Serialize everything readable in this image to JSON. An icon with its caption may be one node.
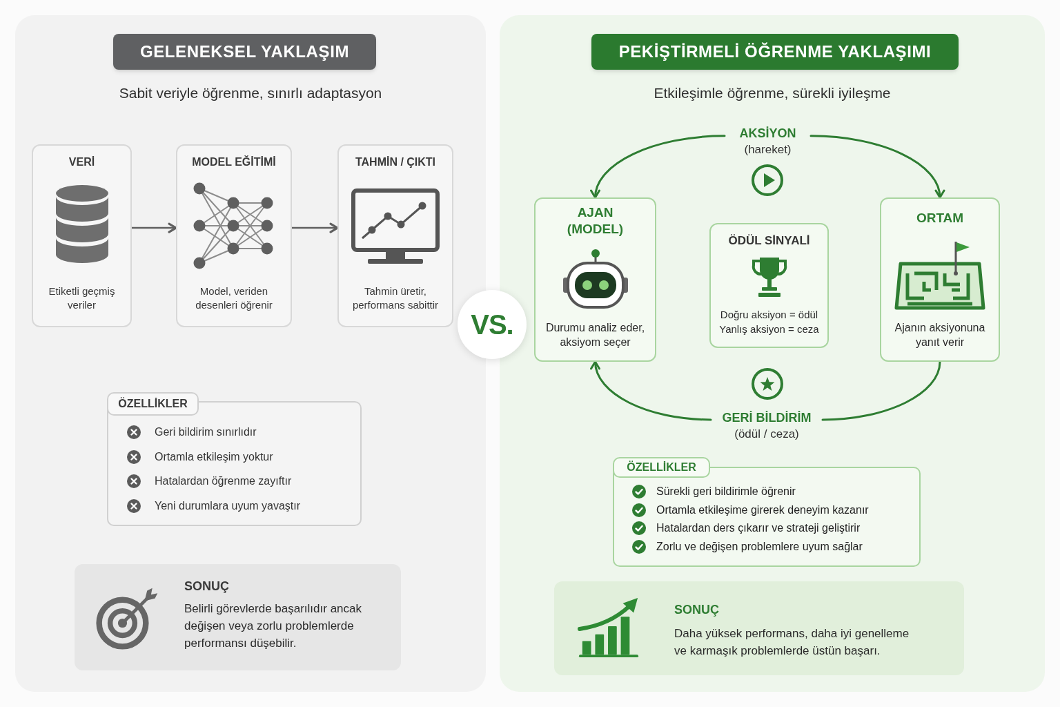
{
  "diagram": {
    "nodes": [
      {
        "text": [
          "Sabit veriyle öğrenme, sınırlı adaptasyon"
        ]
      },
      {
        "text": [
          "GELENEKSEL YAKLAŞIM"
        ],
        "in": 0
      },
      {
        "text": [
          "VERİ",
          "Etiketli geçmiş veriler"
        ],
        "in": 0
      },
      {
        "text": [
          "MODEL EĞİTİMİ",
          "Model, veriden desenleri öğrenir"
        ],
        "in": 0
      },
      {
        "text": [
          "TAHMİN / ÇIKTI",
          "Tahmin üretir, performans sabittir"
        ],
        "in": 0
      },
      {
        "text": [
          "ÖZELLİKLER",
          "Geri bildirim sınırlıdır",
          "Ortamla etkileşim yoktur",
          "Hatalardan öğrenme zayıftır",
          "Yeni durumlara uyum yavaştır"
        ],
        "in": 0
      },
      {
        "text": [
          "SONUÇ",
          "Belirli görevlerde başarılıdır ancak değişen veya zorlu problemlerde performansı düşebilir."
        ],
        "in": 0
      },
      {
        "text": [
          "VS."
        ]
      },
      {
        "text": [
          "Etkileşimle öğrenme, sürekli iyileşme"
        ]
      },
      {
        "text": [
          "PEKİŞTİRMELİ ÖĞRENME YAKLAŞIMI"
        ],
        "in": 8
      },
      {
        "text": [
          "AKSİYON",
          "(hareket)"
        ],
        "in": 8
      },
      {
        "text": [
          "AJAN (MODEL)",
          "Durumu analiz eder, aksiyom seçer"
        ],
        "in": 8
      },
      {
        "text": [
          "ÖDÜL SİNYALİ",
          "Doğru aksiyon = ödül",
          "Yanlış aksiyon = ceza"
        ],
        "in": 8
      },
      {
        "text": [
          "ORTAM",
          "Ajanın aksiyonuna yanıt verir"
        ],
        "in": 8
      },
      {
        "text": [
          "GERİ BİLDİRİM",
          "(ödül / ceza)"
        ],
        "in": 8
      },
      {
        "text": [
          "ÖZELLİKLER",
          "Sürekli geri bildirimle öğrenir",
          "Ortamla etkileşime girerek deneyim kazanır",
          "Hatalardan ders çıkarır ve strateji geliştirir",
          "Zorlu ve değişen problemlere uyum sağlar"
        ],
        "in": 8
      },
      {
        "text": [
          "SONUÇ",
          "Daha yüksek performans, daha iyi genelleme ve karmaşık problemlerde üstün başarı."
        ],
        "in": 8
      }
    ],
    "edges": [
      {
        "from": 2,
        "to": 3,
        "arrow": "to",
        "color": "#5f5f5f"
      },
      {
        "from": 3,
        "to": 4,
        "arrow": "to",
        "color": "#5f5f5f"
      },
      {
        "from": 10,
        "to": 11,
        "arrow": "to"
      },
      {
        "from": 10,
        "to": 13,
        "arrow": "to"
      },
      {
        "from": 13,
        "to": 14,
        "arrow": "none"
      },
      {
        "from": 14,
        "to": 11,
        "arrow": "to"
      }
    ]
  }
}
